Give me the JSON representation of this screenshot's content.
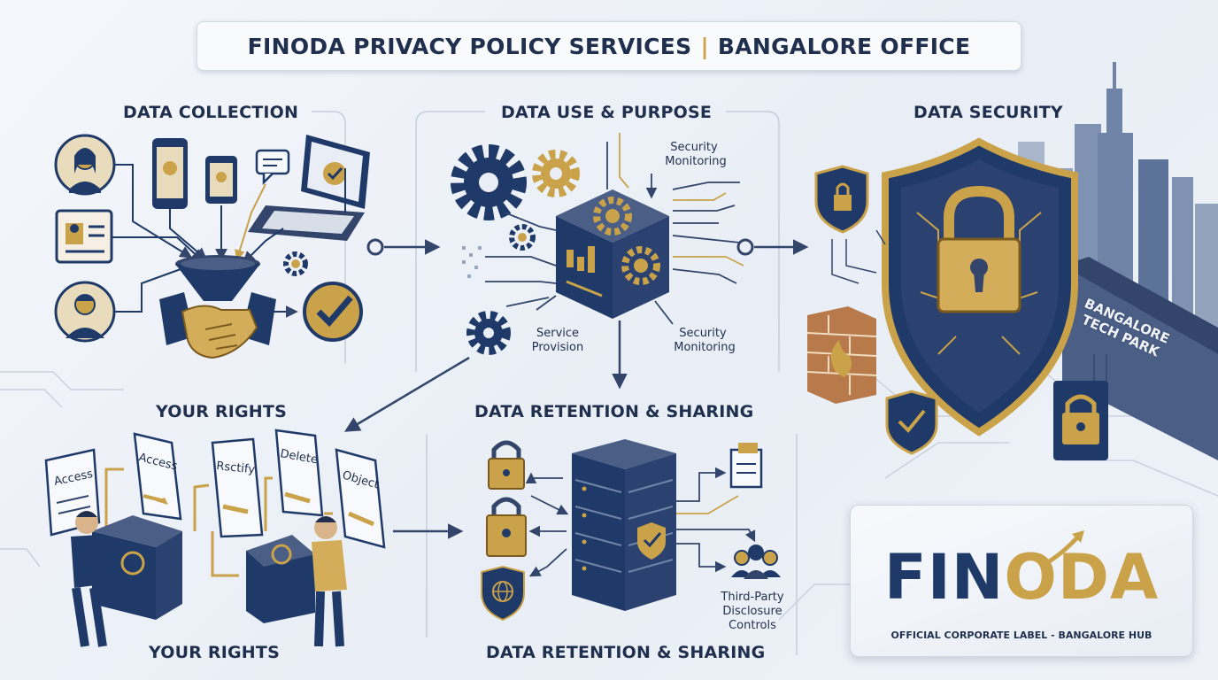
{
  "title": {
    "left": "FINODA PRIVACY POLICY SERVICES",
    "separator": "|",
    "right": "BANGALORE OFFICE"
  },
  "sections": {
    "data_collection": "DATA COLLECTION",
    "data_use": "DATA USE & PURPOSE",
    "data_security": "DATA SECURITY",
    "your_rights_top": "YOUR RIGHTS",
    "your_rights_bottom": "YOUR RIGHTS",
    "retention_top": "DATA RETENTION & SHARING",
    "retention_bottom": "DATA RETENTION & SHARING"
  },
  "data_use_labels": {
    "security_monitoring_top": [
      "Security",
      "Monitoring"
    ],
    "service_provision": [
      "Service",
      "Provision"
    ],
    "security_monitoring_bottom": [
      "Security",
      "Monitoring"
    ]
  },
  "rights_docs": [
    "Access",
    "Access",
    "Rsctify",
    "Delete",
    "Object"
  ],
  "retention_labels": {
    "third_party": [
      "Third-Party",
      "Disclosure",
      "Controls"
    ]
  },
  "tech_park_label": [
    "BANGALORE",
    "TECH PARK"
  ],
  "logo": {
    "part1": "FIN",
    "part2": "O",
    "part3": "DA"
  },
  "card_label": "OFFICIAL CORPORATE LABEL - BANGALORE HUB",
  "colors": {
    "navy": "#1f3a68",
    "gold": "#c9a24a",
    "light": "#e9eef6"
  }
}
